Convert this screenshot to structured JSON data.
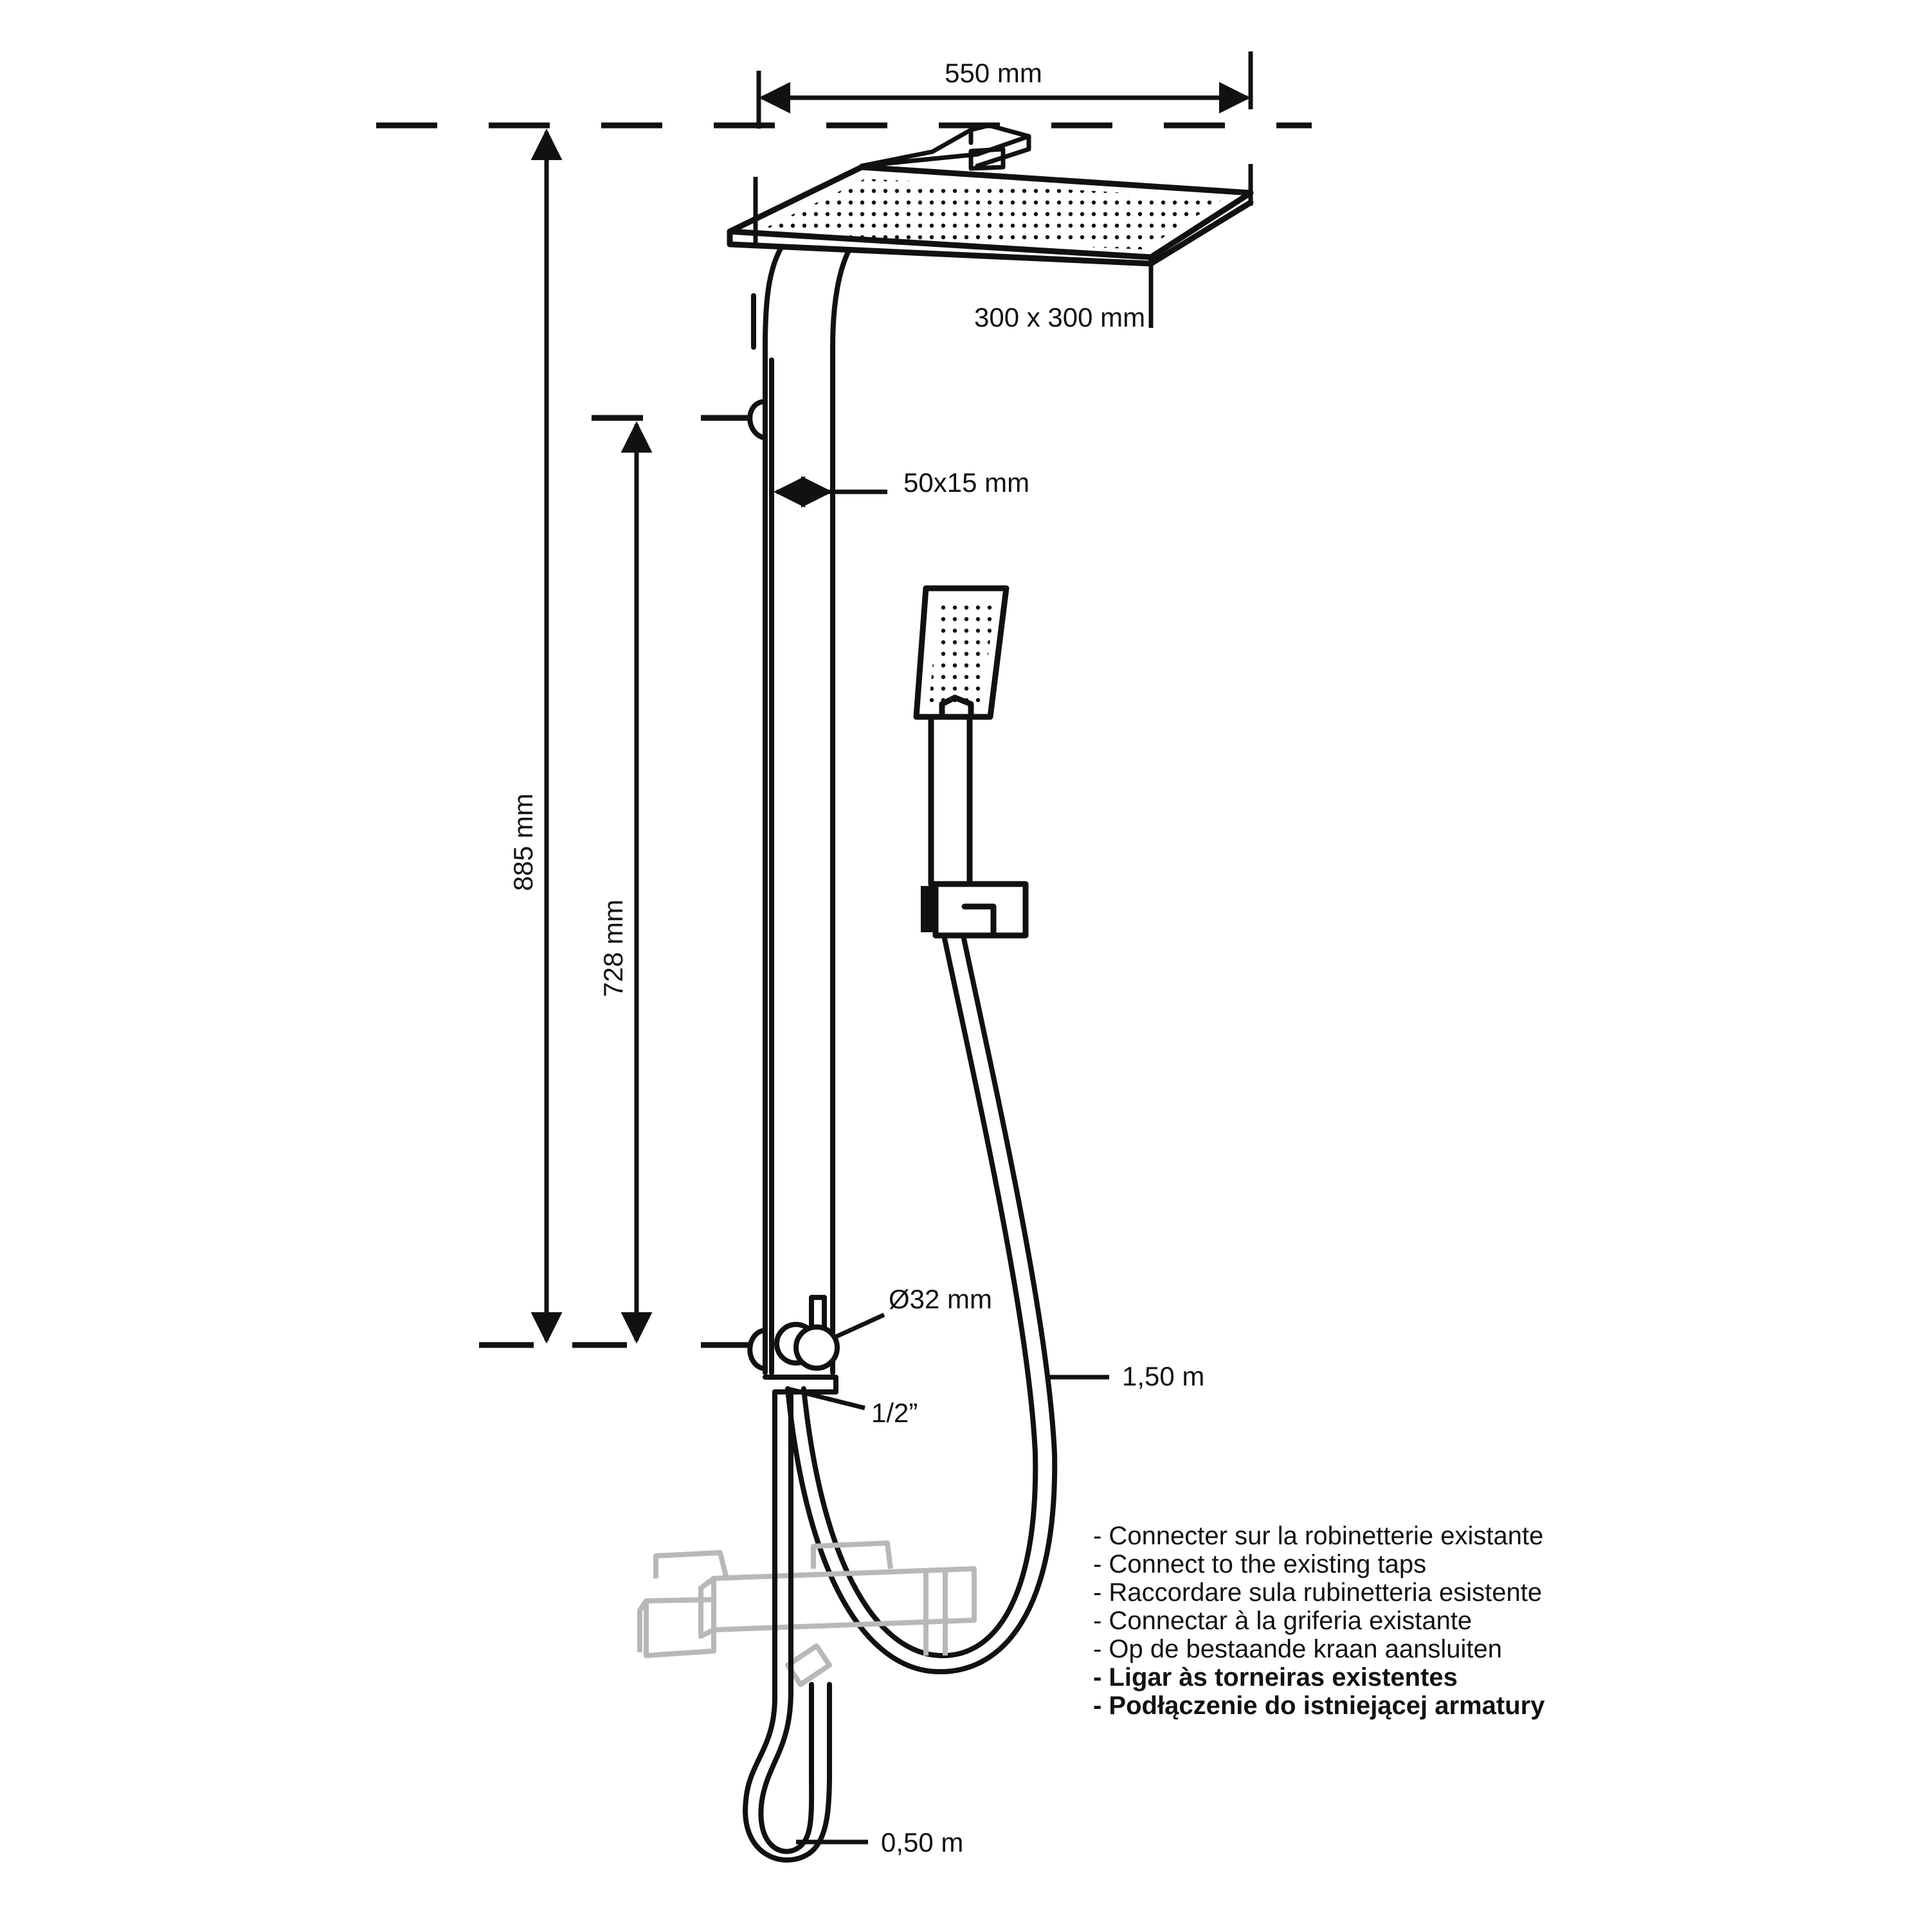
{
  "dimensions": {
    "width_overall": "550 mm",
    "head_size": "300 x 300 mm",
    "rail_section": "50x15 mm",
    "height_total": "885 mm",
    "height_bar": "728 mm",
    "mixer_diameter": "Ø32 mm",
    "hose_long": "1,50 m",
    "inlet_thread": "1/2”",
    "hose_short": "0,50 m"
  },
  "notes": [
    "- Connecter sur la robinetterie existante",
    "- Connect to the existing taps",
    "- Raccordare sula rubinetteria esistente",
    "- Connectar à la griferia existante",
    "- Op de bestaande kraan aansluiten",
    "- Ligar às torneiras existentes",
    "- Podłączenie do istniejącej armatury"
  ],
  "colors": {
    "ink": "#111111",
    "ghost_tap": "#b8b8b8"
  }
}
